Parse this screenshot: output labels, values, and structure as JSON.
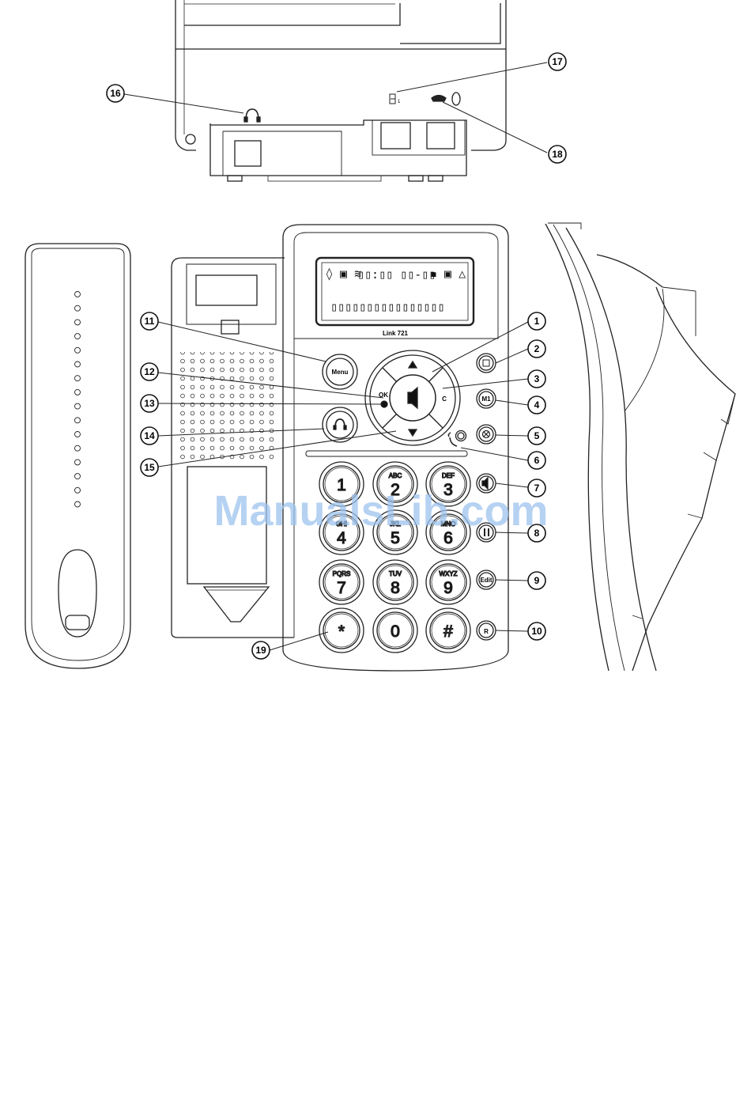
{
  "device": {
    "model_label": "Link 721",
    "watermark": "ManualsLib.com"
  },
  "display": {
    "line1": "▯▯:▯▯ ▯▯-▯▯",
    "line2": "▯▯▯▯▯▯▯▯▯▯▯▯▯▯▯▯"
  },
  "buttons": {
    "menu": "Menu",
    "ok": "OK",
    "c": "C",
    "m1": "M1",
    "edit": "Edit",
    "r": "R"
  },
  "keypad": [
    {
      "digit": "1",
      "letters": ""
    },
    {
      "digit": "2",
      "letters": "ABC"
    },
    {
      "digit": "3",
      "letters": "DEF"
    },
    {
      "digit": "4",
      "letters": "GHI"
    },
    {
      "digit": "5",
      "letters": "JKL"
    },
    {
      "digit": "6",
      "letters": "MNO"
    },
    {
      "digit": "7",
      "letters": "PQRS"
    },
    {
      "digit": "8",
      "letters": "TUV"
    },
    {
      "digit": "9",
      "letters": "WXYZ"
    },
    {
      "digit": "*",
      "letters": ""
    },
    {
      "digit": "0",
      "letters": ""
    },
    {
      "digit": "#",
      "letters": ""
    }
  ],
  "callouts": [
    "1",
    "2",
    "3",
    "4",
    "5",
    "6",
    "7",
    "8",
    "9",
    "10",
    "11",
    "12",
    "13",
    "14",
    "15",
    "16",
    "17",
    "18",
    "19"
  ]
}
